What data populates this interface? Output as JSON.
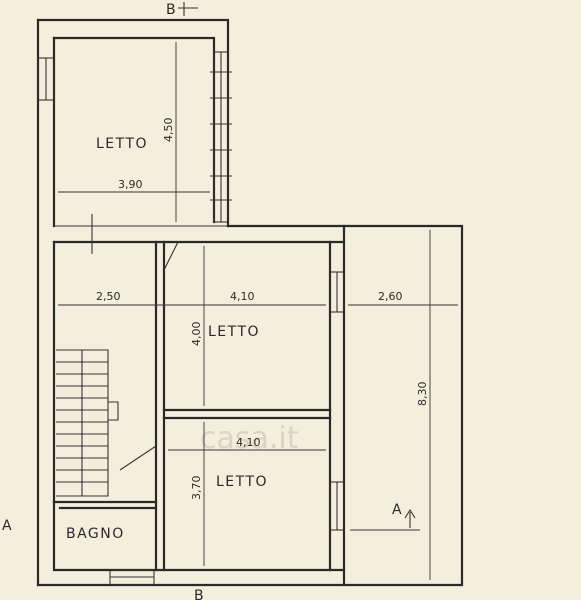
{
  "rooms": {
    "top_bedroom": "LETTO",
    "middle_bedroom": "LETTO",
    "lower_bedroom": "LETTO",
    "bathroom": "BAGNO"
  },
  "dimensions": {
    "top_width": "3,90",
    "top_depth": "4,50",
    "hall_width": "2,50",
    "middle_width": "4,10",
    "middle_depth": "4,00",
    "right_width": "2,60",
    "right_length": "8,30",
    "lower_width": "4,10",
    "lower_depth": "3,70"
  },
  "section_marks": {
    "b_top": "B",
    "b_bottom": "B",
    "a_left": "A",
    "a_right": "A"
  },
  "watermark": "casa.it"
}
